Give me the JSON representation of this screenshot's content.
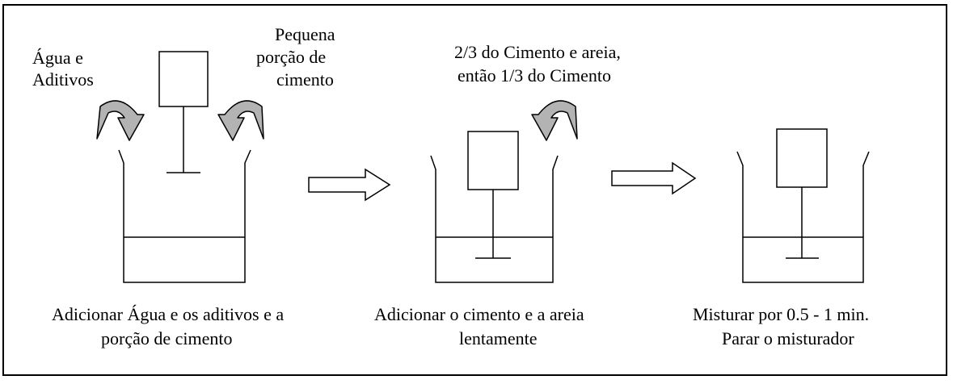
{
  "colors": {
    "line": "#000000",
    "background": "#ffffff",
    "curved_arrow_fill": "#b3b3b3"
  },
  "step1": {
    "label_left": [
      "Água e",
      "Aditivos"
    ],
    "label_right": [
      "Pequena",
      "porção de",
      "cimento"
    ],
    "caption": [
      "Adicionar Água e os aditivos e a",
      "porção de cimento"
    ]
  },
  "step2": {
    "label_top": [
      "2/3 do Cimento e areia,",
      "então 1/3 do Cimento"
    ],
    "caption": [
      "Adicionar o cimento e a areia",
      "lentamente"
    ]
  },
  "step3": {
    "caption": [
      "Misturar por 0.5 - 1 min.",
      "Parar o misturador"
    ]
  },
  "icons": {
    "curved_arrow": "curved-arrow-icon",
    "flow_arrow": "outline-right-arrow-icon"
  }
}
